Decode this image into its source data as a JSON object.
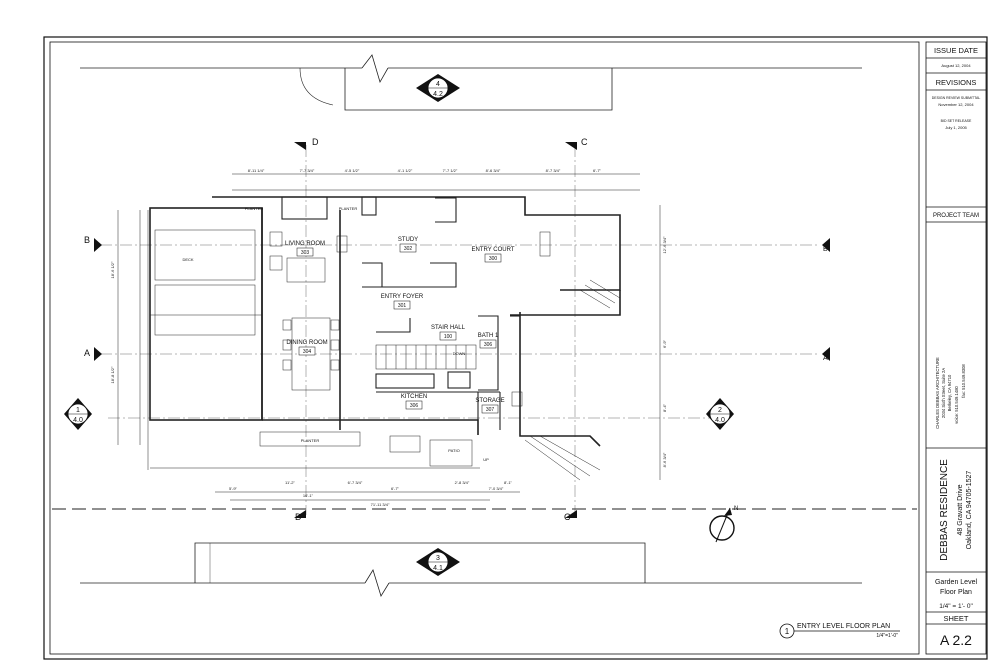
{
  "title_block": {
    "issue_date_heading": "ISSUE DATE",
    "issue_date": "August 12, 2004",
    "revisions_heading": "REVISIONS",
    "revision_1_label": "DESIGN REVIEW SUBMITTAL",
    "revision_1_date": "November 12, 2004",
    "revision_2_label": "BID SET RELEASE",
    "revision_2_date": "July 1, 2005",
    "project_team_heading": "PROJECT TEAM",
    "architect_name": "CHARLES DEBBAS ARCHITECTURE",
    "architect_address": "2034 Sixth Street, Suite 2A",
    "architect_city": "Berkeley, CA 94710",
    "architect_phone": "voice: 510.549.1480",
    "architect_fax": "fax: 510.549.8308",
    "project_name": "DEBBAS RESIDENCE",
    "project_street": "48 Gravatt Drive",
    "project_city": "Oakland, CA 94705-1527",
    "drawing_title_line1": "Garden Level",
    "drawing_title_line2": "Floor Plan",
    "scale": "1/4\" = 1'- 0\"",
    "sheet_heading": "SHEET",
    "sheet_number": "A 2.2"
  },
  "drawing": {
    "plan_title": "ENTRY LEVEL FLOOR PLAN",
    "plan_scale": "1/4\"=1'-0\"",
    "plan_number": "1",
    "rooms": [
      {
        "name": "LIVING ROOM",
        "number": "303"
      },
      {
        "name": "STUDY",
        "number": "302"
      },
      {
        "name": "ENTRY COURT",
        "number": "300"
      },
      {
        "name": "ENTRY FOYER",
        "number": "301"
      },
      {
        "name": "STAIR HALL",
        "number": "100"
      },
      {
        "name": "BATH 1",
        "number": "306"
      },
      {
        "name": "DINING ROOM",
        "number": "304"
      },
      {
        "name": "KITCHEN",
        "number": "306"
      },
      {
        "name": "STORAGE",
        "number": "307"
      }
    ],
    "labels": {
      "planter_1": "PLANTER",
      "planter_2": "PLANTER",
      "planter_3": "PLANTER",
      "deck": "DECK",
      "patio": "PATIO",
      "down": "DOWN",
      "up": "UP"
    },
    "section_markers": {
      "top": {
        "number": "4",
        "sheet": "4.2"
      },
      "bottom": {
        "number": "3",
        "sheet": "4.1"
      },
      "left": {
        "number": "1",
        "sheet": "4.0"
      },
      "right": {
        "number": "2",
        "sheet": "4.0"
      }
    },
    "grid_labels": {
      "d_top": "D",
      "c_top": "C",
      "d_bottom": "D",
      "c_bottom": "C",
      "b_left": "B",
      "a_left": "A",
      "b_right": "B",
      "a_right": "A"
    },
    "dimensions": {
      "top": [
        "8'-11 1/4\"",
        "7'-7 3/4\"",
        "4'-5 1/2\"",
        "4'-1 1/2\"",
        "7'-7 1/2\"",
        "8'-6 3/4\"",
        "8'-7 3/4\"",
        "6'-7\""
      ],
      "bottom": [
        "5'-9\"",
        "11'-2\"",
        "16'-1\"",
        "6'-7 3/4\"",
        "6'-7\"",
        "2'-8 3/4\"",
        "7'-0 3/4\"",
        "8'-1\""
      ],
      "overall_bottom": "71'-11 3/4\"",
      "left": [
        "18'-6 1/2\"",
        "18'-8 1/2\""
      ],
      "right": [
        "12'-6 3/4\"",
        "6'-9\"",
        "8'-4\"",
        "8'-6 3/4\""
      ]
    },
    "north_label": "N"
  }
}
